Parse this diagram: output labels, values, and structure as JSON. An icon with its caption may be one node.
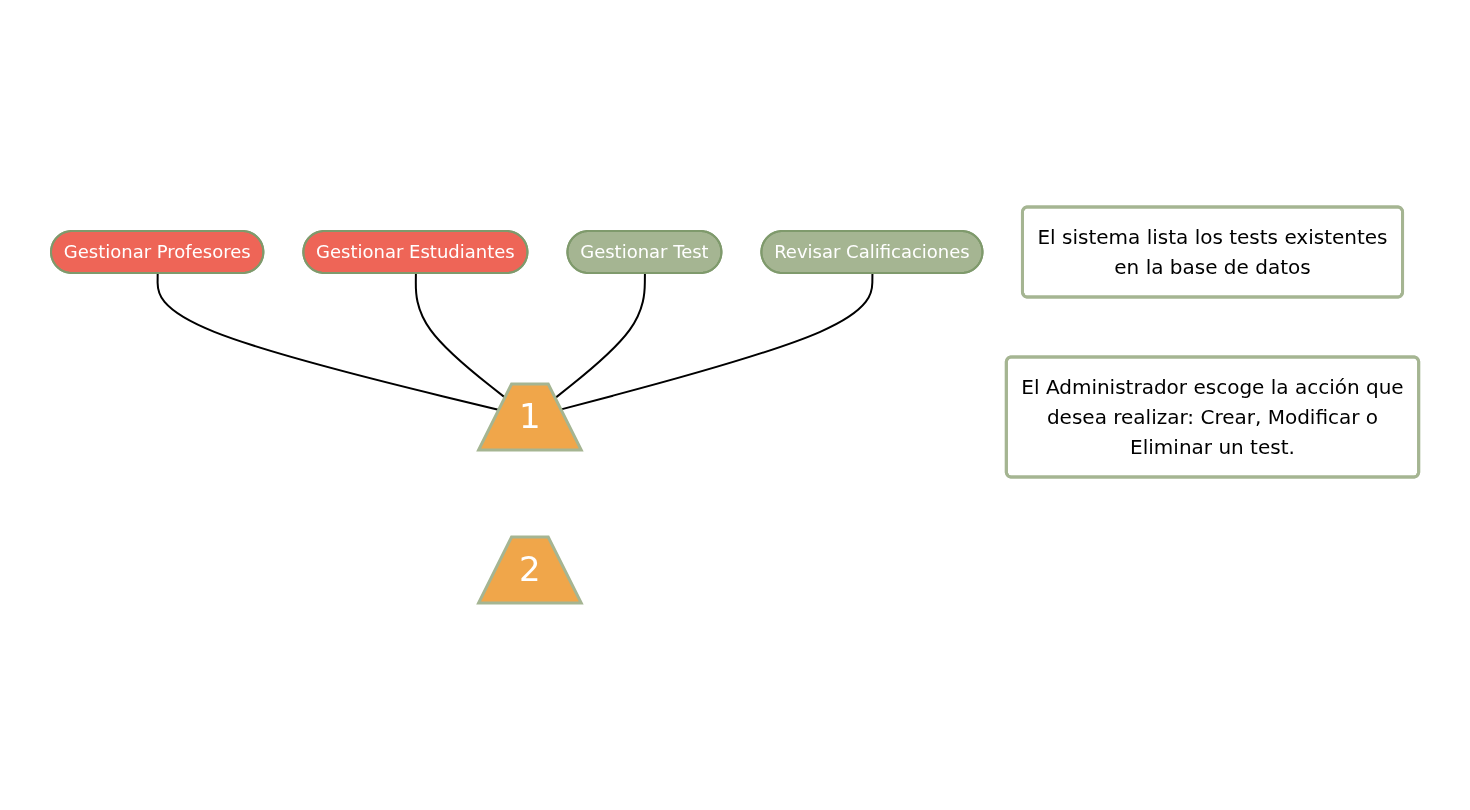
{
  "diagram": {
    "nodes": [
      {
        "text": [
          "Gestionar Profesores"
        ]
      },
      {
        "text": [
          "Gestionar Estudiantes"
        ]
      },
      {
        "text": [
          "Gestionar Test"
        ]
      },
      {
        "text": [
          "Revisar Calificaciones"
        ]
      },
      {
        "text": [
          "1"
        ]
      },
      {
        "text": [
          "El sistema lista los tests existentes en la base de datos"
        ]
      },
      {
        "text": [
          "2"
        ]
      },
      {
        "text": [
          "El Administrador escoge la acción que desea realizar: Crear, Modificar o Eliminar un test."
        ]
      }
    ],
    "edges": [
      {
        "from": 0,
        "to": 4,
        "arrow": "none"
      },
      {
        "from": 1,
        "to": 4,
        "arrow": "none"
      },
      {
        "from": 2,
        "to": 4,
        "arrow": "none"
      },
      {
        "from": 3,
        "to": 4,
        "arrow": "none"
      }
    ]
  }
}
